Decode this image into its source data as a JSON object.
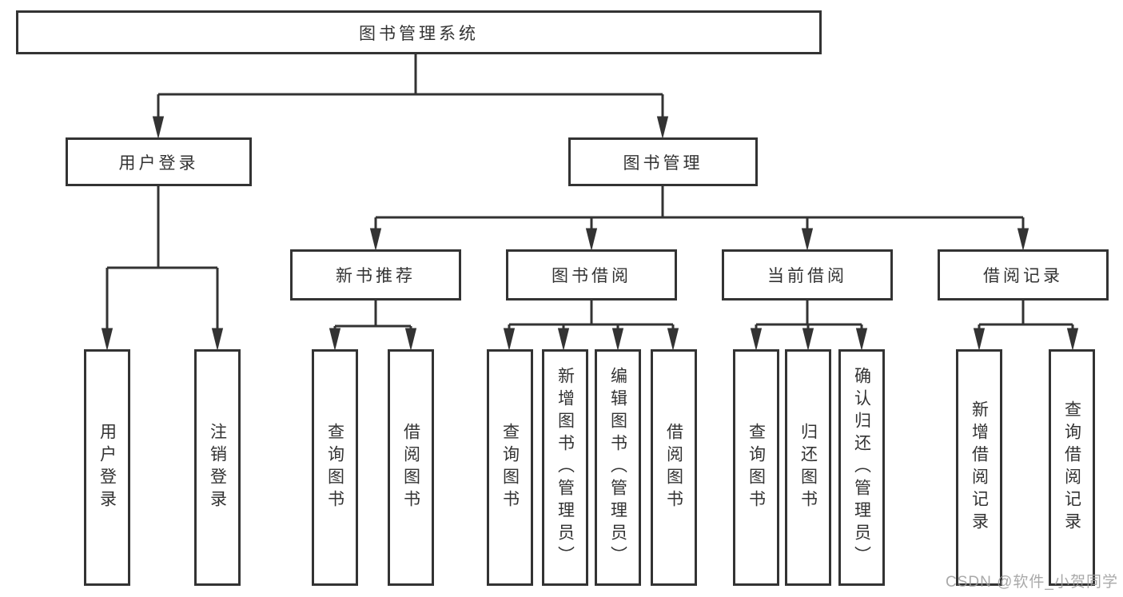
{
  "tree": {
    "label": "图书管理系统",
    "children": [
      {
        "label": "用户登录",
        "children": [
          {
            "label": "用户登录"
          },
          {
            "label": "注销登录"
          }
        ]
      },
      {
        "label": "图书管理",
        "children": [
          {
            "label": "新书推荐",
            "children": [
              {
                "label": "查询图书"
              },
              {
                "label": "借阅图书"
              }
            ]
          },
          {
            "label": "图书借阅",
            "children": [
              {
                "label": "查询图书"
              },
              {
                "label": "新增图书（管理员）"
              },
              {
                "label": "编辑图书（管理员）"
              },
              {
                "label": "借阅图书"
              }
            ]
          },
          {
            "label": "当前借阅",
            "children": [
              {
                "label": "查询图书"
              },
              {
                "label": "归还图书"
              },
              {
                "label": "确认归还（管理员）"
              }
            ]
          },
          {
            "label": "借阅记录",
            "children": [
              {
                "label": "新增借阅记录"
              },
              {
                "label": "查询借阅记录"
              }
            ]
          }
        ]
      }
    ]
  },
  "watermark": {
    "text": "CSDN @软件_小贺同学"
  },
  "colors": {
    "line": "#333333",
    "text": "#333333",
    "background": "#ffffff",
    "watermark": "#9b9b9b"
  }
}
